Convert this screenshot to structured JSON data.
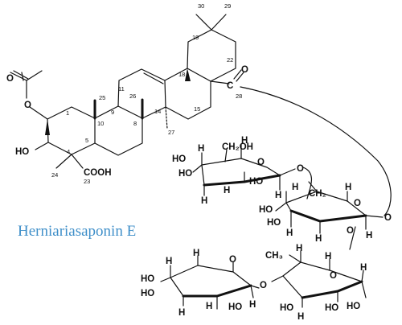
{
  "compound_name": "Herniariasaponin E",
  "accent_color": "#3f8fc9",
  "groups": {
    "hydroxyl": "HO",
    "carboxyl": "COOH",
    "carbonyl_c": "C",
    "carbonyl_o": "O",
    "ring_o": "O",
    "h": "H",
    "ch2oh": "CH₂OH",
    "ch2": "CH₂",
    "ch3": "CH₃"
  },
  "carbon_numbers": [
    "1",
    "4",
    "5",
    "8",
    "9",
    "10",
    "11",
    "14",
    "15",
    "18",
    "19",
    "22",
    "23",
    "24",
    "25",
    "26",
    "27",
    "28",
    "29",
    "30"
  ]
}
